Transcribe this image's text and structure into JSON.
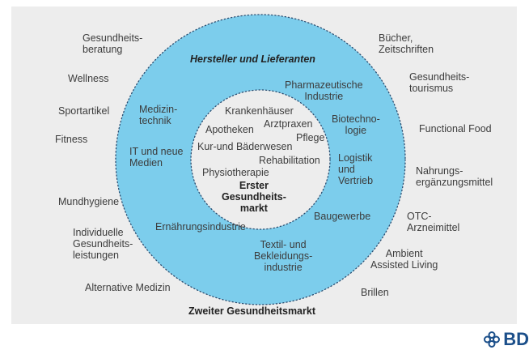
{
  "colors": {
    "panel": "#ededed",
    "ring": "#7ccdec",
    "inner": "#ededed",
    "dots": "#2b4c6f",
    "logo": "#1b4f8a"
  },
  "diagram": {
    "title_bottom": "Zweiter Gesundheitsmarkt",
    "outer_items": {
      "gesundheitsberatung": "Gesundheits-\nberatung",
      "wellness": "Wellness",
      "sportartikel": "Sportartikel",
      "fitness": "Fitness",
      "mundhygiene": "Mundhygiene",
      "individuelle": "Individuelle\nGesundheits-\nleistungen",
      "alternative": "Alternative Medizin",
      "buecher": "Bücher,\nZeitschriften",
      "gesundheitstourismus": "Gesundheits-\ntourismus",
      "functional_food": "Functional Food",
      "nahrungsergaenzung": "Nahrungs-\nergänzungsmittel",
      "otc": "OTC-\nArzneimittel",
      "ambient": "Ambient\nAssisted Living",
      "brillen": "Brillen"
    },
    "ring_title": "Hersteller und Lieferanten",
    "ring_items": {
      "pharma": "Pharmazeutische\nIndustrie",
      "medizintechnik": "Medizin-\ntechnik",
      "biotechnologie": "Biotechno-\nlogie",
      "it_medien": "IT und neue\nMedien",
      "logistik": "Logistik\nund\nVertrieb",
      "baugewerbe": "Baugewerbe",
      "ernaehrung": "Ernährungsindustrie",
      "textil": "Textil- und\nBekleidungs-\nindustrie"
    },
    "inner_items": {
      "krankenhaeuser": "Krankenhäuser",
      "apotheken": "Apotheken",
      "arztpraxen": "Arztpraxen",
      "pflege": "Pflege",
      "kur": "Kur-und Bäderwesen",
      "rehabilitation": "Rehabilitation",
      "physiotherapie": "Physiotherapie"
    },
    "inner_title": "Erster\nGesundheits-\nmarkt"
  },
  "logo": {
    "icon": "bdi-flower-icon",
    "text": "BD"
  }
}
